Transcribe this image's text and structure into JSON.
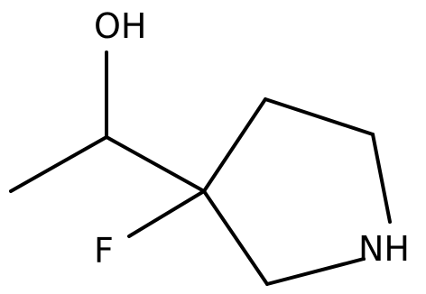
{
  "molecule": {
    "atoms": {
      "hydroxyl": "OH",
      "fluorine": "F",
      "amine": "NH"
    }
  },
  "colors": {
    "bond": "#000000",
    "label": "#000000",
    "background": "#ffffff"
  }
}
